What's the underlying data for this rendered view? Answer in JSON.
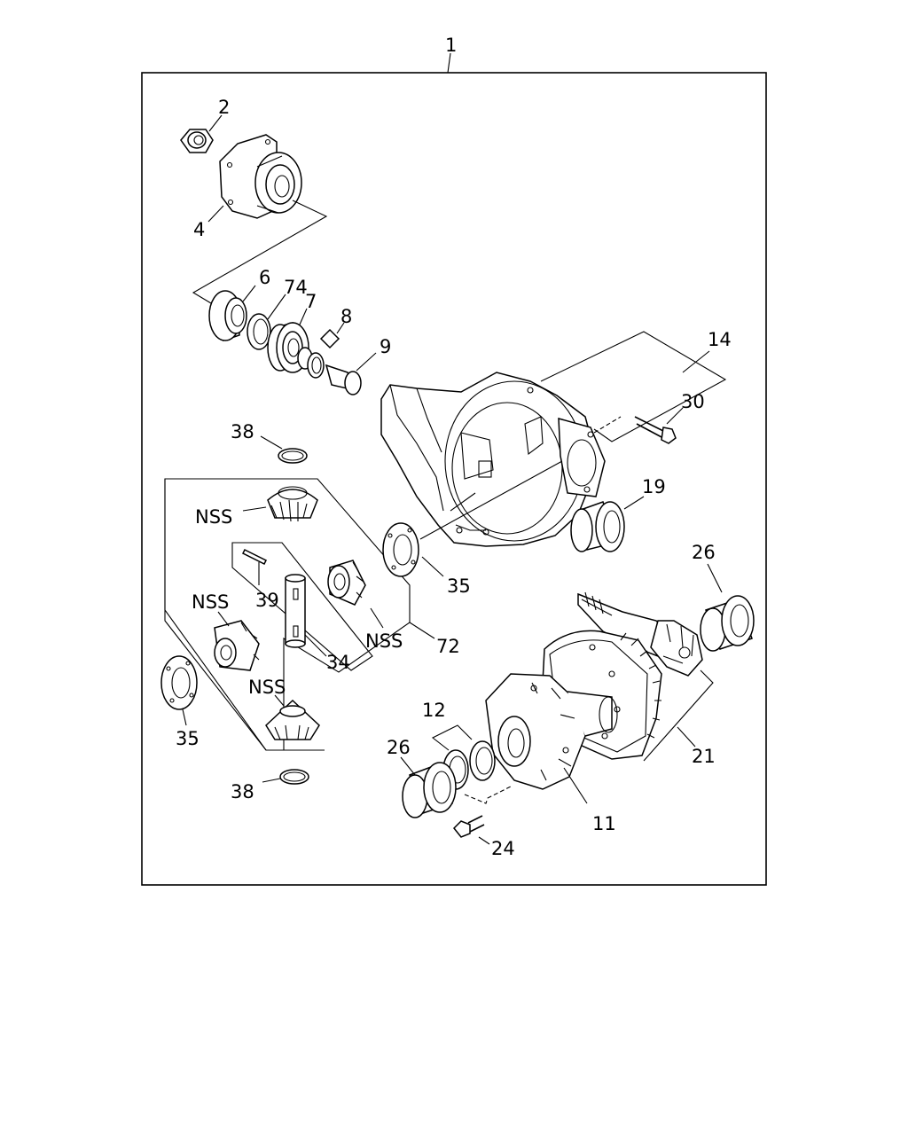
{
  "diagram": {
    "labels": {
      "l1": "1",
      "l2": "2",
      "l4": "4",
      "l6": "6",
      "l74": "74",
      "l7": "7",
      "l8": "8",
      "l9": "9",
      "l14": "14",
      "l30": "30",
      "l38a": "38",
      "l19": "19",
      "lnss1": "NSS",
      "l35a": "35",
      "l39": "39",
      "l26a": "26",
      "lnss2": "NSS",
      "lnss3": "NSS",
      "l72": "72",
      "l34": "34",
      "lnss4": "NSS",
      "l12": "12",
      "l35b": "35",
      "l21": "21",
      "l26b": "26",
      "l11": "11",
      "l38b": "38",
      "l24": "24"
    }
  }
}
